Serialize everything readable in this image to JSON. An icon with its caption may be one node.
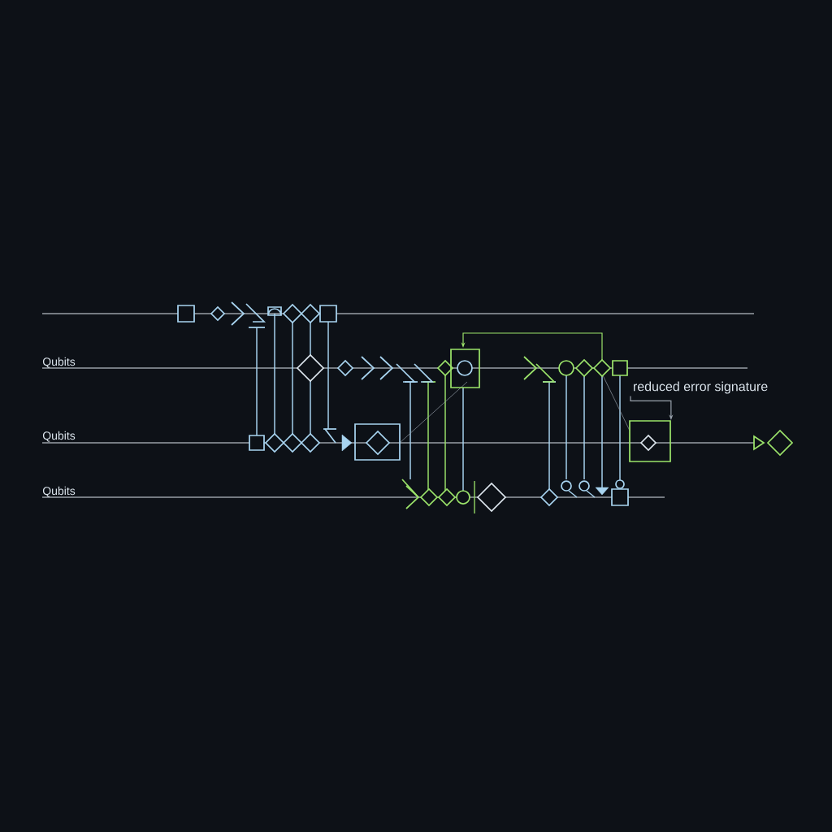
{
  "diagram": {
    "nodes": [
      {
        "text": [
          "reduced error signature"
        ]
      },
      {
        "text": [],
        "shape": "box"
      }
    ],
    "edges": [
      {
        "from": 0,
        "to": 1,
        "arrow": "to"
      }
    ],
    "labels": [
      "Qubits",
      "Qubits",
      "Qubits"
    ]
  }
}
